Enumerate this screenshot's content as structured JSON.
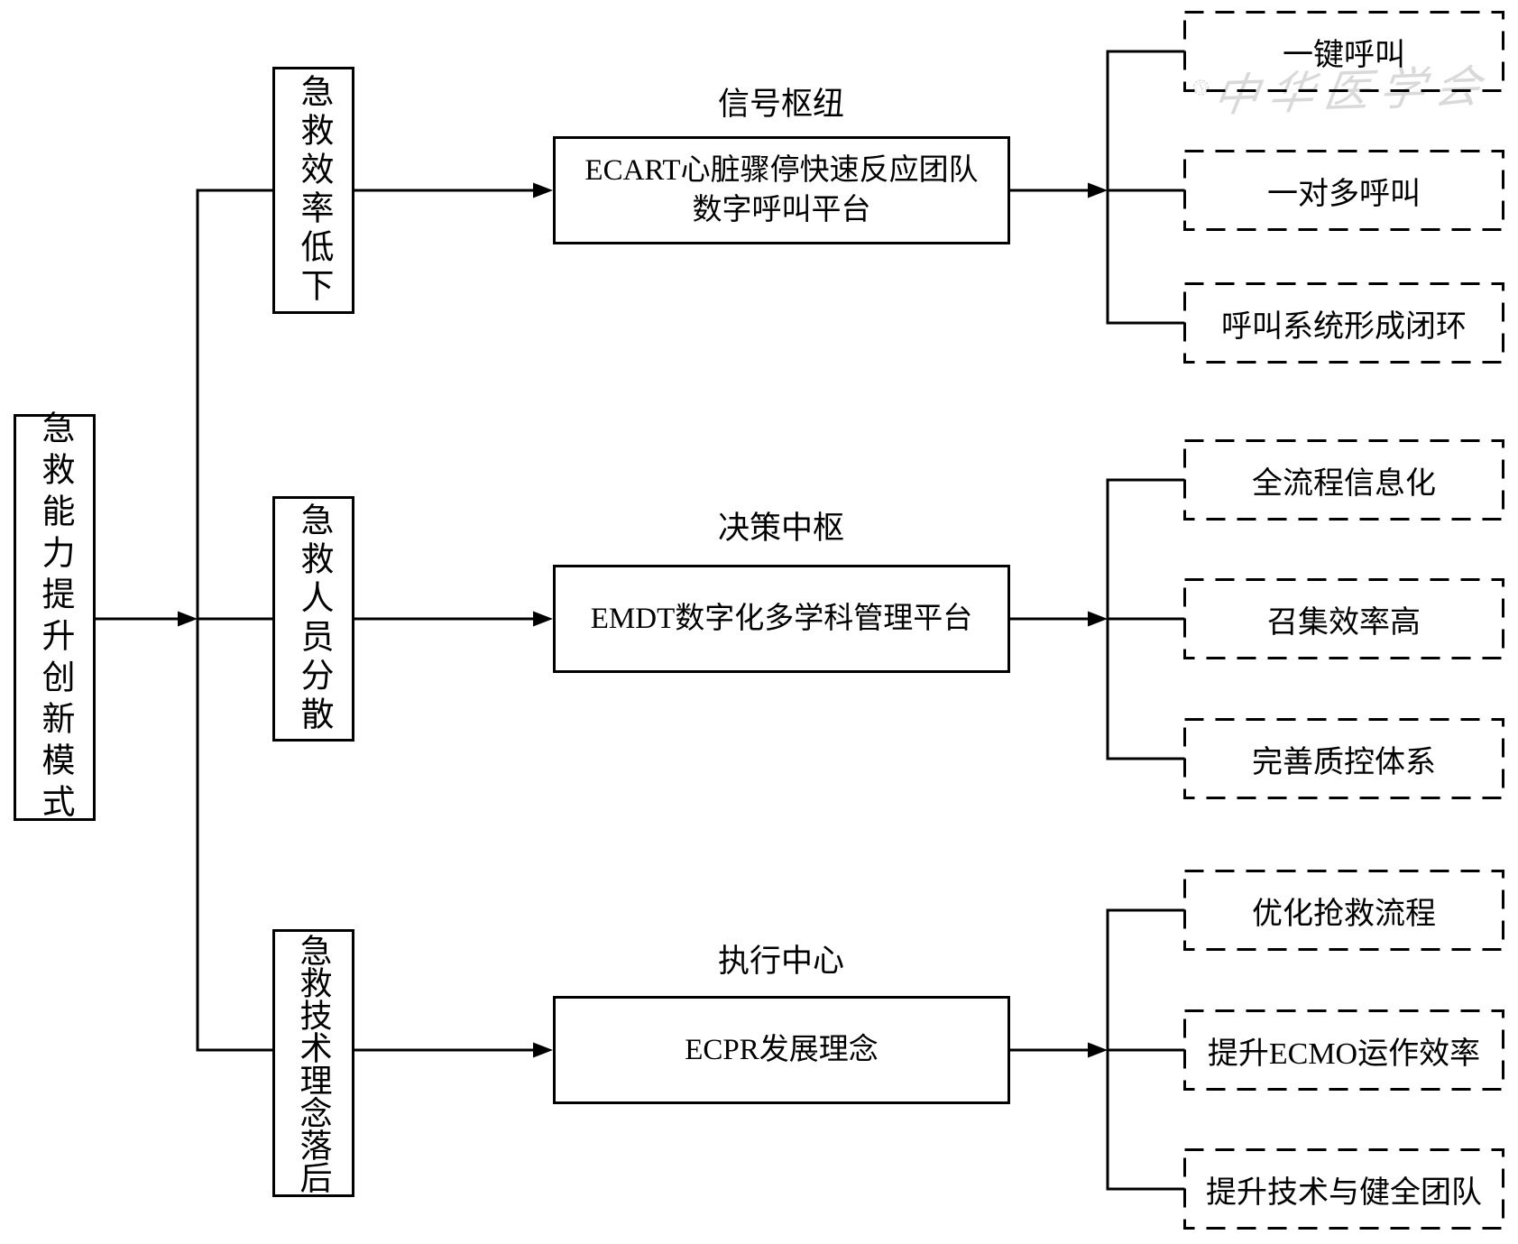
{
  "root": {
    "label": "急救能力提升创新模式"
  },
  "problems": [
    {
      "label": "急救效率低下"
    },
    {
      "label": "急救人员分散"
    },
    {
      "label": "急救技术理念落后"
    }
  ],
  "hubs": [
    {
      "title": "信号枢纽",
      "lines": [
        "ECART心脏骤停快速反应团队",
        "数字呼叫平台"
      ]
    },
    {
      "title": "决策中枢",
      "lines": [
        "EMDT数字化多学科管理平台"
      ]
    },
    {
      "title": "执行中心",
      "lines": [
        "ECPR发展理念"
      ]
    }
  ],
  "outcomes": [
    {
      "items": [
        "一键呼叫",
        "一对多呼叫",
        "呼叫系统形成闭环"
      ]
    },
    {
      "items": [
        "全流程信息化",
        "召集效率高",
        "完善质控体系"
      ]
    },
    {
      "items": [
        "优化抢救流程",
        "提升ECMO运作效率",
        "提升技术与健全团队"
      ]
    }
  ],
  "watermark": {
    "text": "中华医学会"
  },
  "colors": {
    "line": "#000000",
    "background": "#ffffff",
    "watermark": "#d9d9d9"
  }
}
